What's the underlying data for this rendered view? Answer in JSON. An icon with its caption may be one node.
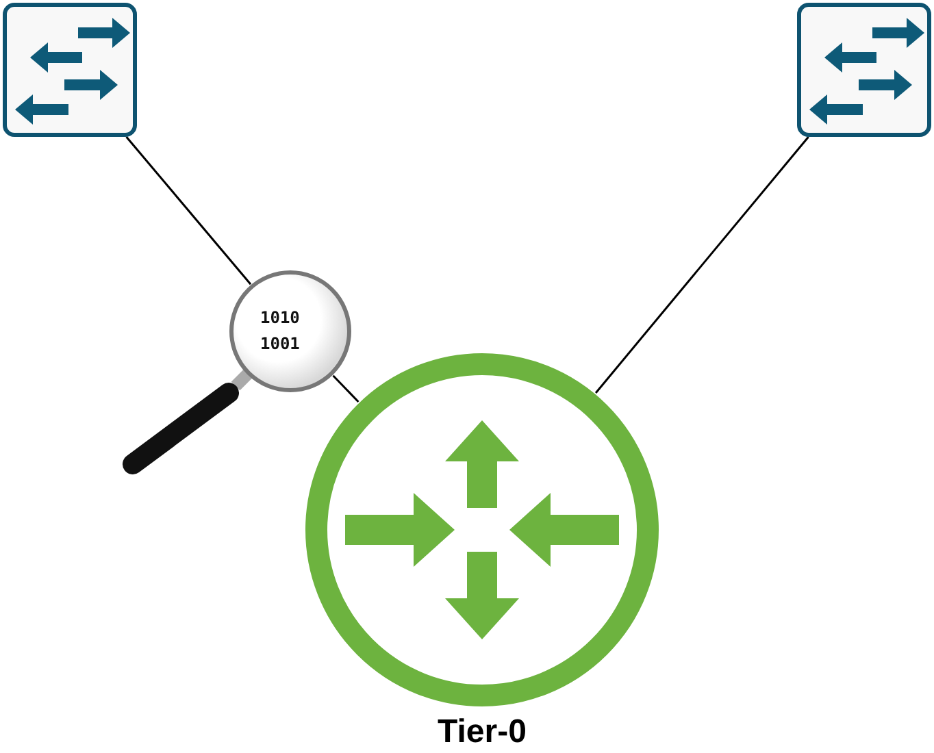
{
  "diagram": {
    "nodes": [
      {
        "text": [],
        "shape": "box"
      },
      {
        "text": [
          "1010 1001"
        ]
      },
      {
        "text": [],
        "shape": "circle",
        "beside": [
          "Tier-0"
        ]
      },
      {
        "text": [],
        "shape": "box"
      }
    ],
    "edges": [
      {
        "from": 0,
        "to": 1,
        "arrow": "none"
      },
      {
        "from": 1,
        "to": 2,
        "arrow": "none"
      },
      {
        "from": 3,
        "to": 2,
        "arrow": "none"
      }
    ]
  }
}
